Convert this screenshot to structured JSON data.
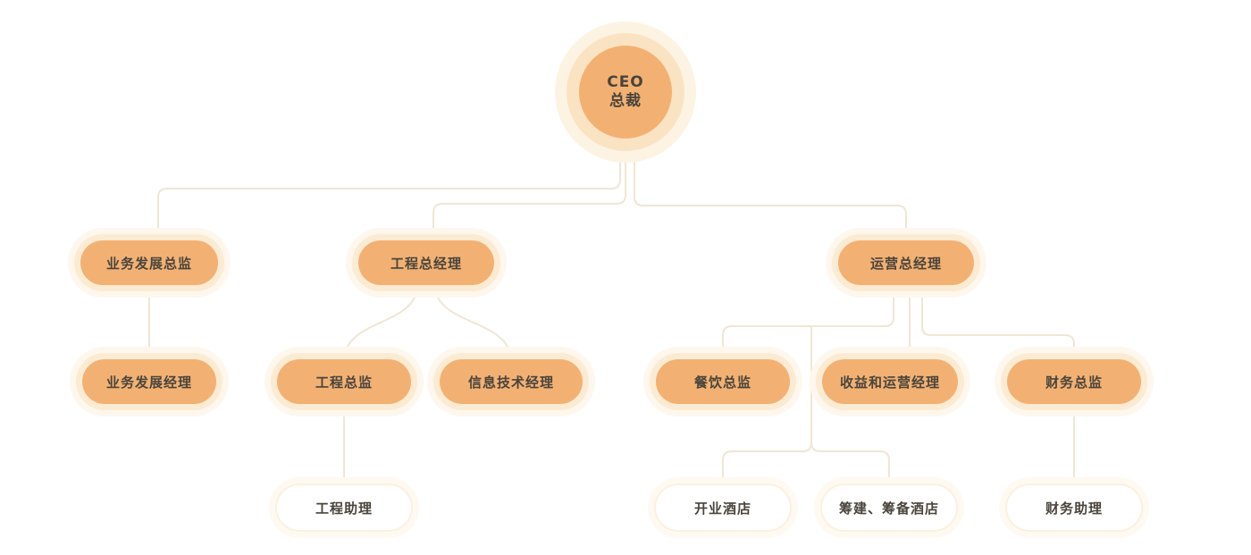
{
  "org_chart": {
    "root": {
      "lines": [
        "CEO",
        "总裁"
      ],
      "parent": null
    },
    "nodes": [
      {
        "label": "业务发展总监",
        "parent": "CEO 总裁"
      },
      {
        "label": "工程总经理",
        "parent": "CEO 总裁"
      },
      {
        "label": "运营总经理",
        "parent": "CEO 总裁"
      },
      {
        "label": "业务发展经理",
        "parent": "业务发展总监"
      },
      {
        "label": "工程总监",
        "parent": "工程总经理"
      },
      {
        "label": "信息技术经理",
        "parent": "工程总经理"
      },
      {
        "label": "餐饮总监",
        "parent": "运营总经理"
      },
      {
        "label": "收益和运营经理",
        "parent": "运营总经理"
      },
      {
        "label": "财务总监",
        "parent": "运营总经理"
      },
      {
        "label": "工程助理",
        "parent": "工程总监"
      },
      {
        "label": "开业酒店",
        "parent": "收益和运营经理"
      },
      {
        "label": "筹建、筹备酒店",
        "parent": "收益和运营经理"
      },
      {
        "label": "财务助理",
        "parent": "财务总监"
      }
    ],
    "colors": {
      "node_fill": "#f2b173",
      "halo_inner": "#fcebd3",
      "halo_outer": "#fef7ed",
      "leaf_fill": "#ffffff",
      "connector": "#efe6d5",
      "text": "#4a443c",
      "background": "#ffffff"
    }
  }
}
